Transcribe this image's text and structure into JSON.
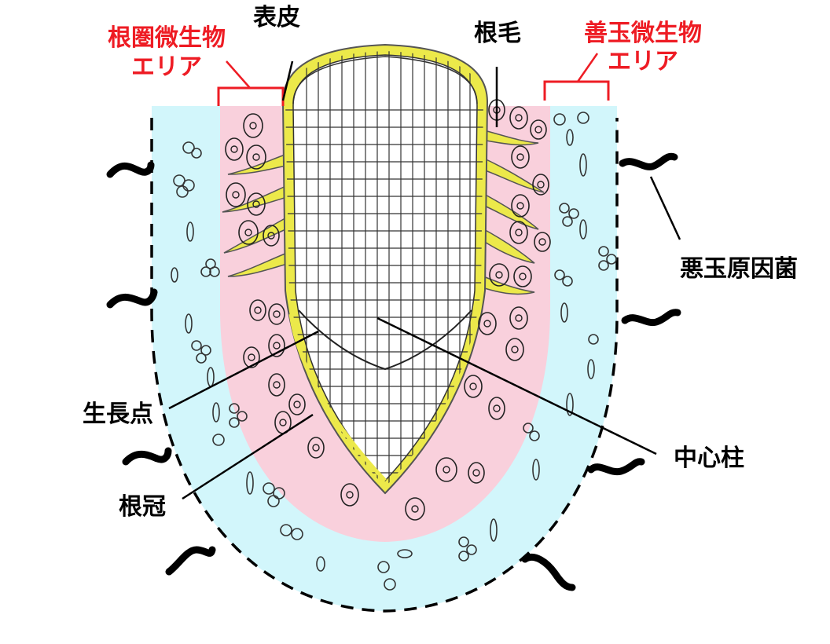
{
  "labels": {
    "epidermis": "表皮",
    "root_hair": "根毛",
    "rhizosphere_line1": "根圏微生物",
    "rhizosphere_line2": "エリア",
    "beneficial_line1": "善玉微生物",
    "beneficial_line2": "エリア",
    "pathogen": "悪玉原因菌",
    "growing_point": "生長点",
    "stele": "中心柱",
    "root_cap": "根冠"
  },
  "colors": {
    "red_label": "#ee1c24",
    "rhizosphere_zone": "#f9d0dc",
    "beneficial_zone": "#d2f6fb",
    "epidermis_yellow": "#ece94a",
    "cell_fill": "#ffffff",
    "outline": "#000000"
  }
}
